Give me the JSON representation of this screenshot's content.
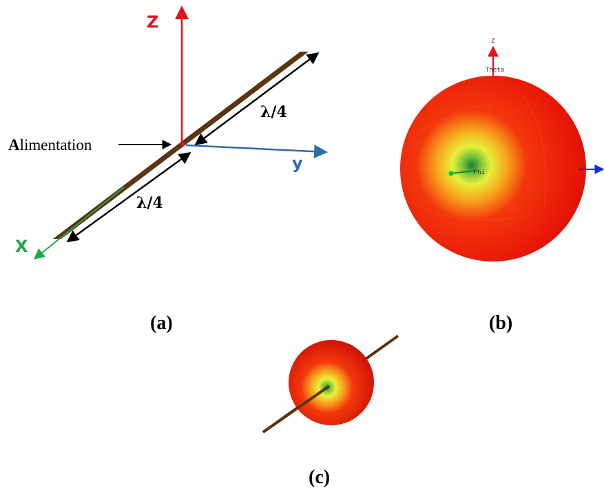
{
  "panel_a": {
    "axis_z": "Z",
    "axis_y": "y",
    "axis_x": "X",
    "feed_label_initial": "A",
    "feed_label_rest": "limentation",
    "upper_arm": "λ/4",
    "lower_arm": "λ/4",
    "caption": "(a)"
  },
  "panel_b": {
    "axis_z": "Z",
    "theta": "Theta",
    "phi": "Phi",
    "caption": "(b)"
  },
  "panel_c": {
    "caption": "(c)"
  },
  "colors": {
    "z_axis": "#e8101a",
    "y_axis": "#2f6aa8",
    "x_axis": "#1fa64a",
    "dipole": "#5b3410",
    "pattern_red": "#ee1a08",
    "pattern_yellow": "#f4e838",
    "pattern_green": "#1f8f3a"
  }
}
